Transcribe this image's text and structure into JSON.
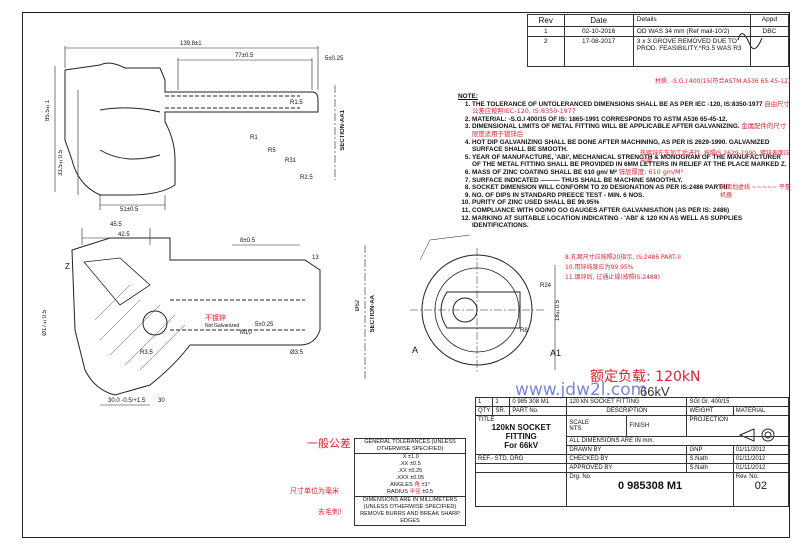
{
  "revisions": {
    "headers": [
      "Rev",
      "Date",
      "Details",
      "Appd"
    ],
    "rows": [
      {
        "rev": "1",
        "date": "02-10-2016",
        "details": "OD WAS 34 mm (Ref mail-10/2)",
        "appd": "DBC"
      },
      {
        "rev": "2",
        "date": "17-08-2017",
        "details": "3 x 3 GROVE REMOVED DUE TO PROD. FEASIBILITY,*R3.5 WAS R3",
        "appd": ""
      }
    ]
  },
  "notes": {
    "heading": "NOTE:",
    "items": [
      "THE TOLERANCE OF UNTOLERANCED DIMENSIONS SHALL BE AS PER IEC -120, IS:8350-1977",
      "MATERIAL: -S.G.I 400/15 OF IS: 1865-1991 CORRESPONDS TO ASTM A536 65-45-12.",
      "DIMENSIONAL LIMITS OF METAL FITTING WILL BE APPLICABLE AFTER GALVANIZING.",
      "HOT DIP GALVANIZING SHALL BE DONE AFTER MACHINING, AS PER IS 2629-1990. GALVANIZED SURFACE SHALL BE SMOOTH.",
      "YEAR OF MANUFACTURE, 'ABI', MECHANICAL STRENGTH & MONOGRAM OF THE MANUFACTURER OF THE METAL FITTING SHALL BE PROVIDED IN 6MM LETTERS IN RELIEF AT THE PLACE MARKED Z.",
      "MASS OF ZINC COATING SHALL BE 610 gm/ M²",
      "SURFACE INDICATED ——— THUS SHALL BE MACHINE SMOOTHLY.",
      "SOCKET DIMENSION WILL CONFORM TO 20 DESIGNATION AS PER IS:2486 PART-II",
      "NO. OF DIPS IN STANDARD PREECE TEST - MIN. 6 NOS.",
      "PURITY OF ZINC USED SHALL BE 99.95%",
      "COMPLIANCE WITH GO/NO GO GAUGES AFTER GALVANISATION (AS PER IS: 2486)",
      "MARKING AT SUITABLE LOCATION INDICATING - 'ABI' & 120 KN AS WELL AS SUPPLIES IDENTIFICATIONS."
    ]
  },
  "cn_notes": {
    "n1": "自由尺寸公差应按照IEC-120, IS:8350-1977",
    "n2": "材质: -S.G.I 400/15(符合ASTM A536 65-45-12)",
    "n3": "金属配件的尺寸限度适用于镀锌后",
    "n4": "热镀锌在车加工后进行, 按照IS 2629-1990, 镀锌表面应光滑",
    "n6": "锌层厚度: 610 gm/M²",
    "n7": "表面划虚线 ~~~~~ 平整机器",
    "n8": "8.孔窝尺寸应按照20指示, IS:2486 PART-II",
    "n10": "10.用锌纯度应为99.95%",
    "n11": "11.镀锌后, 过通止规(按照IS:2488)"
  },
  "annotations": {
    "rated_load": "额定负载: 120kN",
    "voltage": "66kV",
    "watermark": "www.jdw2l.com",
    "general_tol_cn": "一般公差",
    "unit_cn": "尺寸单位为毫米",
    "deburr_cn": "去毛刺!",
    "no_galv_cn": "不镀锌",
    "not_galvanized": "Not Galvanized",
    "section_aa1": "SECTION-AA1",
    "section_aa": "SECTION-AA",
    "label_z": "Z",
    "label_a": "A",
    "label_a1": "A1"
  },
  "dims": {
    "d1": "139.8±1",
    "d2": "77±0.5",
    "d3": "5±0.25",
    "d4": "51±0.5",
    "d5": "33.5±0.5",
    "d6": "85.5±1",
    "d7": "45.5",
    "d8": "42.5",
    "d9": "8±0.5",
    "d10": "13",
    "d11": "30",
    "d12": "30.0 -0.5/+1.5",
    "d13": "R1.5",
    "d14": "R1",
    "d15": "R2.5",
    "d16": "R31",
    "d17": "R5",
    "d18": "Ø17±0.5",
    "d19": "Ø62",
    "d20": "5±0.25",
    "d21": "R3.5",
    "d22": "M10",
    "d23": "18±0.5",
    "d24": "Ø3.5",
    "d25": "R24",
    "d26": "R8"
  },
  "title_block": {
    "row_qty": "1",
    "row_item": "1",
    "row_no": "0 985 308 M1",
    "row_desc": "120 kN SOCKET FITTING",
    "row_mat": "SGI Gr. 400/15",
    "h_qty": "QTY",
    "h_sr": "SR.",
    "h_partno": "PART No.",
    "h_desc": "DESCRIPTION",
    "h_weight": "WEIGHT",
    "h_material": "MATERIAL",
    "title_label": "TITLE",
    "title_line1": "120kN SOCKET FITTING",
    "title_line2": "For 66kV",
    "scale_label": "SCALE",
    "scale": "NTS",
    "finish_label": "FINISH",
    "projection_label": "PROJECTION",
    "dim_note": "ALL DIMENSIONS ARE IN mm.",
    "ref": "REF.- STD. DRG",
    "drawn_label": "DRAWN BY",
    "drawn_by": "GNP",
    "drawn_date": "01/11/2012",
    "checked_label": "CHECKED BY",
    "checked_by": "S.Nath",
    "checked_date": "01/11/2012",
    "approved_label": "APPROVED BY",
    "approved_by": "S.Nath",
    "approved_date": "01/11/2012",
    "dwg_label": "Drg. No.",
    "dwg_no": "0 985308 M1",
    "rev_label": "Rev. No.",
    "rev_no": "02"
  },
  "tolerances": {
    "title": "GENERAL TOLERANCES (UNLESS OTHERWISE SPECIFIED)",
    "rows": [
      {
        "k": ".X",
        "v": "±1.0"
      },
      {
        "k": ".XX",
        "v": "±0.5"
      },
      {
        "k": ".XX",
        "v": "±0.25"
      },
      {
        "k": ".XXX",
        "v": "±0.05"
      },
      {
        "k": "ANGLES",
        "v": "±1°"
      },
      {
        "k": "RADIUS",
        "v": "±0.5"
      }
    ],
    "angles_cn": "角",
    "radius_cn": "半径",
    "footer": "DIMENSIONS ARE IN MILLIMETERS (UNLESS OTHERWISE SPECIFIED) REMOVE BURRS AND BREAK SHARP EDGES"
  },
  "colors": {
    "ink": "#222222",
    "red": "#dd2233",
    "blue": "#3344cc"
  }
}
